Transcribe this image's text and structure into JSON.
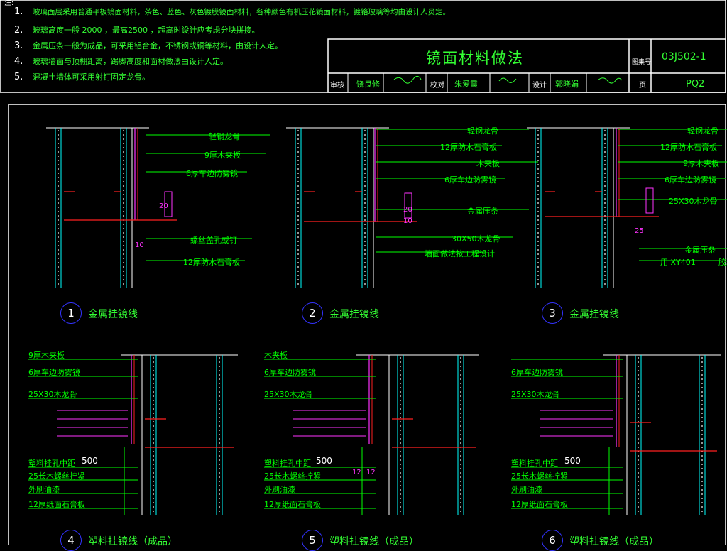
{
  "notes": {
    "header": "注:",
    "items": [
      {
        "num": "1.",
        "text": "玻璃面层采用普通平板镜面材料，茶色、蓝色、灰色镀膜镜面材料，各种颜色有机压花镜面材料，镀铬玻璃等均由设计人员定。"
      },
      {
        "num": "2.",
        "text": "玻璃高度一般  2000   ，最高2500   ，超高时设计应考虑分块拼接。"
      },
      {
        "num": "3.",
        "text": "金属压条一般为成品，可采用铝合金，不锈钢或铜等材料，由设计人定。"
      },
      {
        "num": "4.",
        "text": "玻璃墙面与顶棚距离，踢脚高度和面材做法由设计人定。"
      },
      {
        "num": "5.",
        "text": "混凝土墙体可采用射钉固定龙骨。"
      }
    ]
  },
  "title_block": {
    "title": "镜面材料做法",
    "atlas_no_label": "图集号",
    "atlas_no": "03J502-1",
    "review_label": "审核",
    "review_name": "饶良修",
    "check_label": "校对",
    "check_name": "朱爱霞",
    "design_label": "设计",
    "design_name": "郭晓娟",
    "page_label": "页",
    "page_no": "PQ2"
  },
  "details": [
    {
      "num": "1",
      "caption": "金属挂镜线",
      "labels": [
        "轻钢龙骨",
        "9厚木夹板",
        "6厚车边防雾镜",
        "螺丝盖孔或钉",
        "12厚防水石膏板"
      ],
      "dims": [
        "20",
        "10"
      ]
    },
    {
      "num": "2",
      "caption": "金属挂镜线",
      "labels": [
        "轻钢龙骨",
        "12厚防水石膏板",
        "木夹板",
        "6厚车边防雾镜",
        "金属压条",
        "30X50木龙骨",
        "墙面做法按工程设计"
      ],
      "dims": [
        "20",
        "10"
      ]
    },
    {
      "num": "3",
      "caption": "金属挂镜线",
      "labels": [
        "轻钢龙骨",
        "12厚防水石膏板",
        "9厚木夹板",
        "6厚车边防雾镜",
        "25X30木龙骨",
        "金属压条",
        "用 XY401",
        "胶粘"
      ],
      "dims": [
        "25"
      ]
    },
    {
      "num": "4",
      "caption": "塑料挂镜线（成品）",
      "labels": [
        "9厚木夹板",
        "6厚车边防雾镜",
        "25X30木龙骨",
        "塑料挂孔中距",
        "500",
        "25长木螺丝拧紧",
        "外刷油漆",
        "12厚纸面石膏板"
      ],
      "dims": []
    },
    {
      "num": "5",
      "caption": "塑料挂镜线（成品）",
      "labels": [
        "木夹板",
        "6厚车边防雾镜",
        "25X30木龙骨",
        "塑料挂孔中距",
        "500",
        "25长木螺丝拧紧",
        "外刷油漆",
        "12厚纸面石膏板"
      ],
      "dims": [
        "12",
        "12"
      ]
    },
    {
      "num": "6",
      "caption": "塑料挂镜线（成品）",
      "labels": [
        "6厚车边防雾镜",
        "25X30木龙骨",
        "塑料挂孔中距",
        "500",
        "25长木螺丝拧紧",
        "外刷油漆",
        "12厚纸面石膏板"
      ],
      "dims": []
    }
  ],
  "colors": {
    "background": "#000000",
    "frame": "#ffffff",
    "label_text": "#00ff00",
    "leader_line": "#00ff00",
    "wall_line": "#00ffff",
    "dimension": "#ff33ff",
    "accent_red": "#ff2020",
    "circle": "#3333ff"
  }
}
